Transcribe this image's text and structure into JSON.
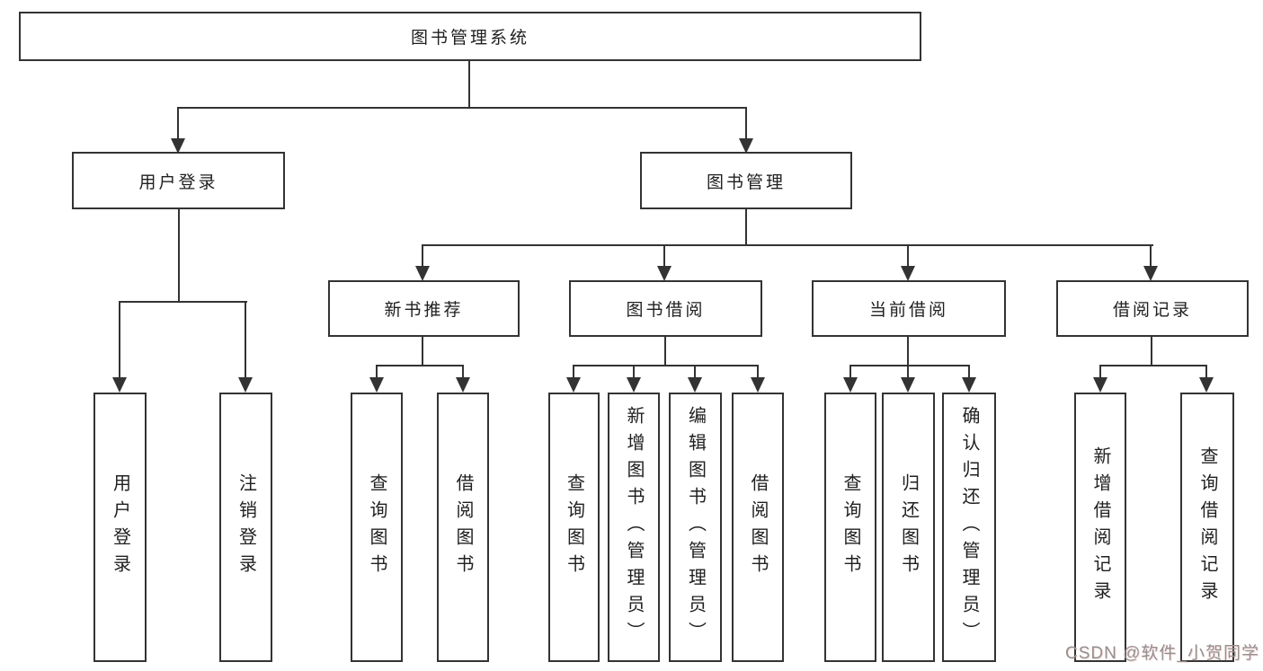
{
  "tree": {
    "root": {
      "label": "图书管理系统"
    },
    "branches": [
      {
        "label": "用户登录",
        "children": [
          {
            "label": "用户登录"
          },
          {
            "label": "注销登录"
          }
        ]
      },
      {
        "label": "图书管理",
        "groups": [
          {
            "label": "新书推荐",
            "children": [
              {
                "label": "查询图书"
              },
              {
                "label": "借阅图书"
              }
            ]
          },
          {
            "label": "图书借阅",
            "children": [
              {
                "label": "查询图书"
              },
              {
                "label": "新增图书（管理员）"
              },
              {
                "label": "编辑图书（管理员）"
              },
              {
                "label": "借阅图书"
              }
            ]
          },
          {
            "label": "当前借阅",
            "children": [
              {
                "label": "查询图书"
              },
              {
                "label": "归还图书"
              },
              {
                "label": "确认归还（管理员）"
              }
            ]
          },
          {
            "label": "借阅记录",
            "children": [
              {
                "label": "新增借阅记录"
              },
              {
                "label": "查询借阅记录"
              }
            ]
          }
        ]
      }
    ]
  },
  "watermark": {
    "text": "CSDN @软件_小贺同学"
  },
  "colors": {
    "line": "#333333",
    "text": "#1f1f1f",
    "background": "#ffffff",
    "watermark": "#969090"
  }
}
